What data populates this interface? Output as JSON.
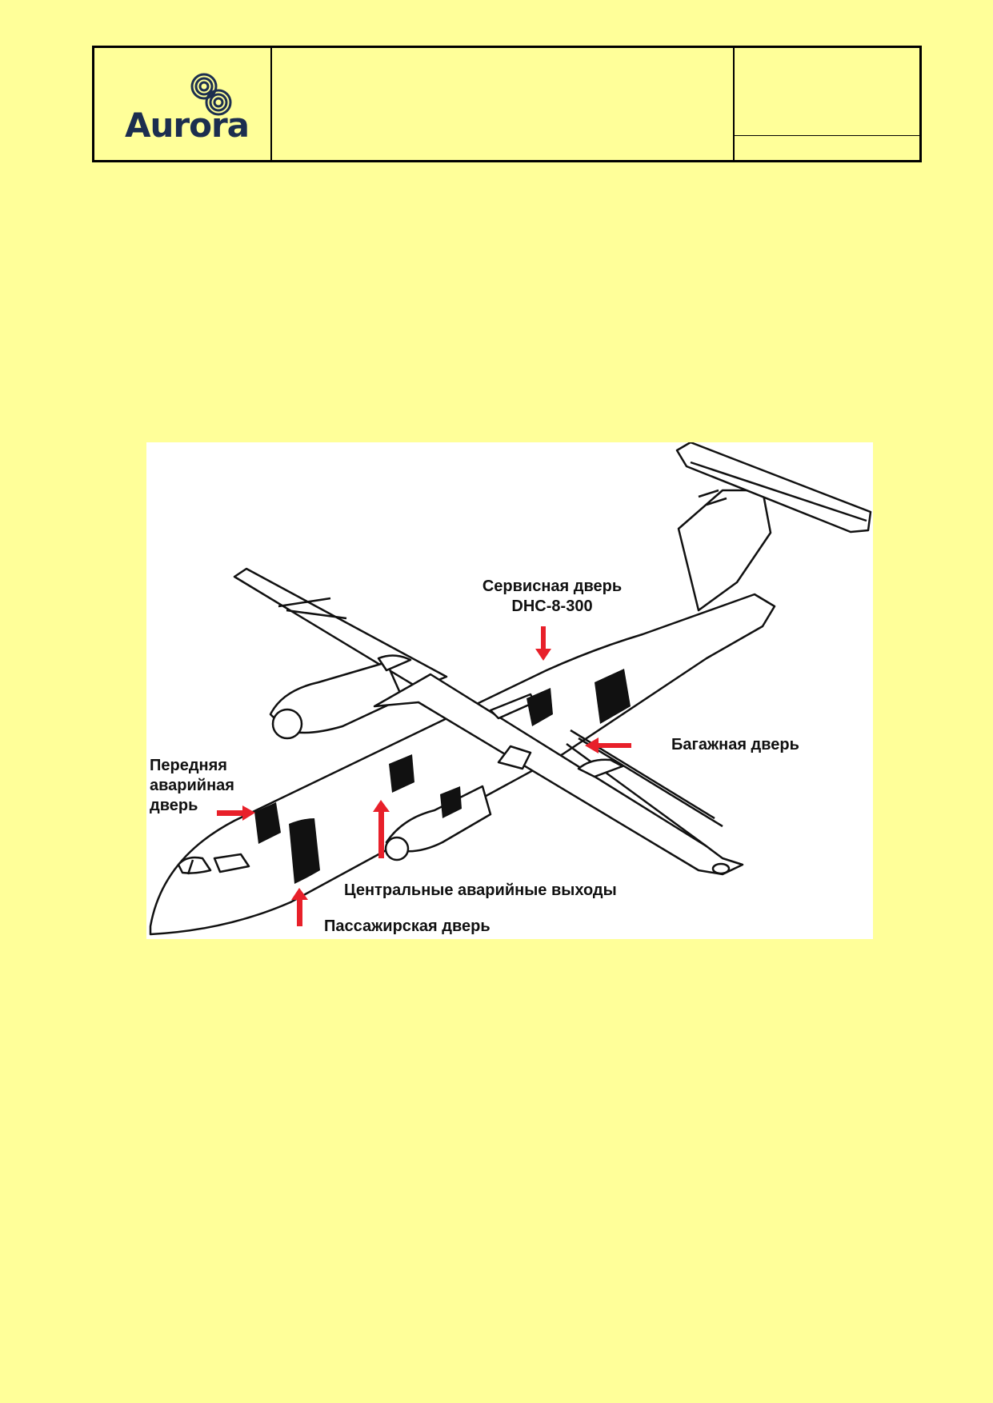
{
  "header": {
    "logo_text": "Aurora",
    "colors": {
      "brand_dark": "#1c2e4f",
      "page_bg": "#ffff99"
    }
  },
  "figure": {
    "labels": {
      "service_door_line1": "Сервисная дверь",
      "service_door_line2": "DHC-8-300",
      "baggage_door": "Багажная дверь",
      "front_emergency_line1": "Передняя",
      "front_emergency_line2": "аварийная",
      "front_emergency_line3": "дверь",
      "central_exits": "Центральные аварийные выходы",
      "passenger_door": "Пассажирская дверь"
    },
    "arrow_color": "#e8202a"
  }
}
